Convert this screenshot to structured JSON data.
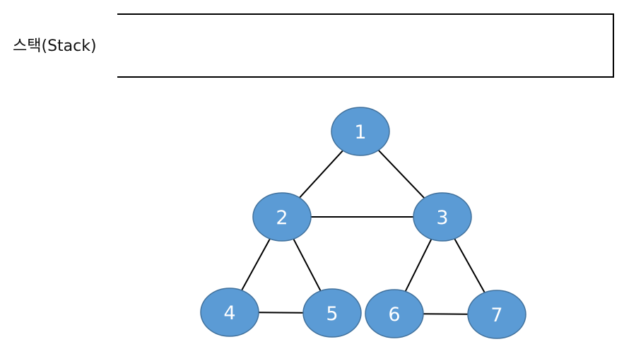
{
  "stack": {
    "label": "스택(Stack)"
  },
  "graph": {
    "nodes": [
      {
        "id": "1",
        "label": "1"
      },
      {
        "id": "2",
        "label": "2"
      },
      {
        "id": "3",
        "label": "3"
      },
      {
        "id": "4",
        "label": "4"
      },
      {
        "id": "5",
        "label": "5"
      },
      {
        "id": "6",
        "label": "6"
      },
      {
        "id": "7",
        "label": "7"
      }
    ],
    "edges": [
      [
        "1",
        "2"
      ],
      [
        "1",
        "3"
      ],
      [
        "2",
        "3"
      ],
      [
        "2",
        "4"
      ],
      [
        "2",
        "5"
      ],
      [
        "3",
        "6"
      ],
      [
        "3",
        "7"
      ],
      [
        "4",
        "5"
      ],
      [
        "6",
        "7"
      ]
    ],
    "colors": {
      "node_fill": "#5b9bd5",
      "node_stroke": "#41719c",
      "edge": "#000000",
      "label": "#ffffff"
    }
  }
}
